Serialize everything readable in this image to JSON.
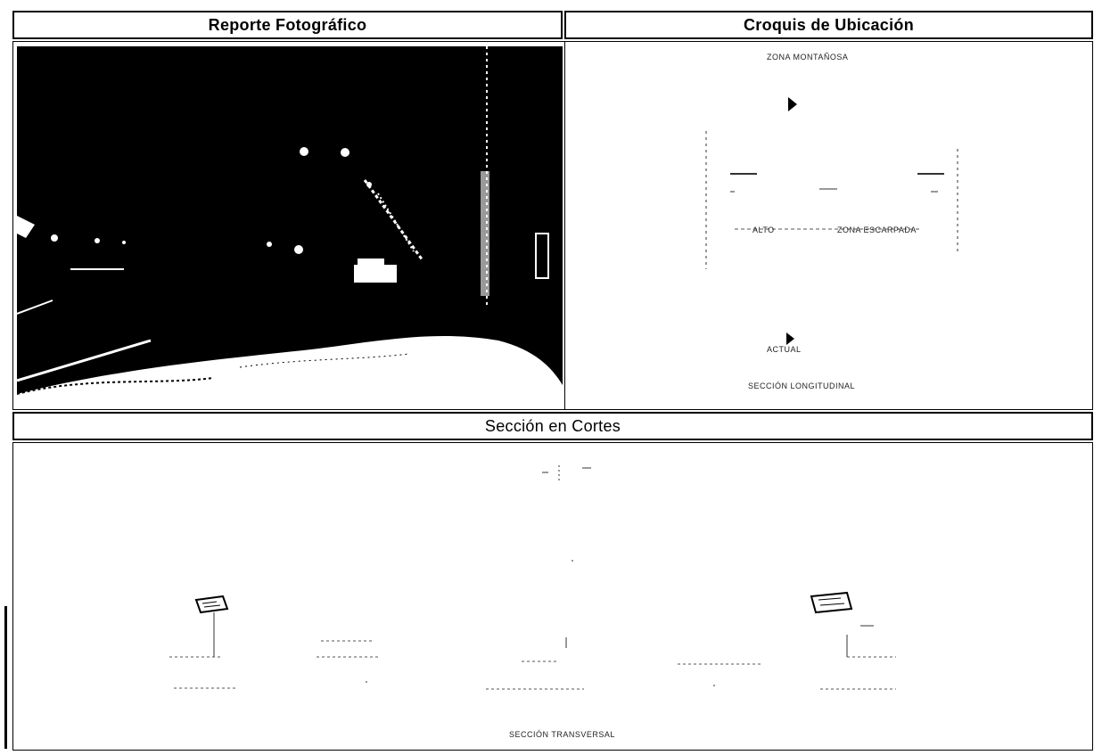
{
  "headers": {
    "photo_report": "Reporte Fotográfico",
    "location_sketch": "Croquis de Ubicación",
    "section_cuts": "Sección en Cortes"
  },
  "sketch": {
    "top_label": "ZONA MONTAÑOSA",
    "middle_label_left": "ALTO",
    "middle_label_right": "ZONA ESCARPADA",
    "marker_label": "ACTUAL",
    "bottom_label": "SECCIÓN LONGITUDINAL"
  },
  "cross_section": {
    "bottom_label": "SECCIÓN TRANSVERSAL"
  },
  "colors": {
    "border": "#000000",
    "photo_bg": "#000000",
    "paper": "#ffffff"
  }
}
